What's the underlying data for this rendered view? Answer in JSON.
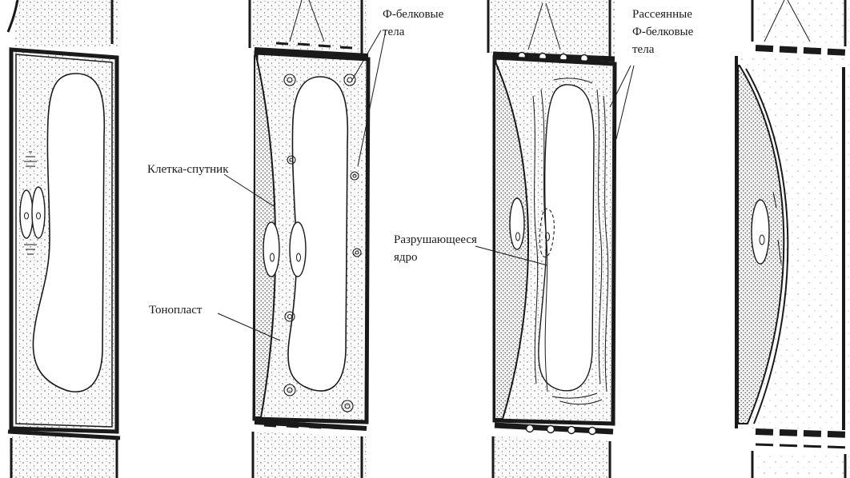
{
  "figure": {
    "labels": {
      "top_cut_1": "",
      "protein_bodies": "Ф-белковые",
      "protein_bodies_2": "тела",
      "top_cut_3": "",
      "scattered_bodies": "Рассеянные",
      "scattered_bodies_2": "Ф-белковые",
      "scattered_bodies_3": "тела",
      "companion_cell": "Клетка-спутник",
      "tonoplast": "Тонопласт",
      "dying_nucleus": "Разрушающееся",
      "dying_nucleus_2": "ядро"
    }
  },
  "colors": {
    "ink": "#1a1a1a",
    "paper": "#ffffff",
    "stipple": "#555555"
  }
}
